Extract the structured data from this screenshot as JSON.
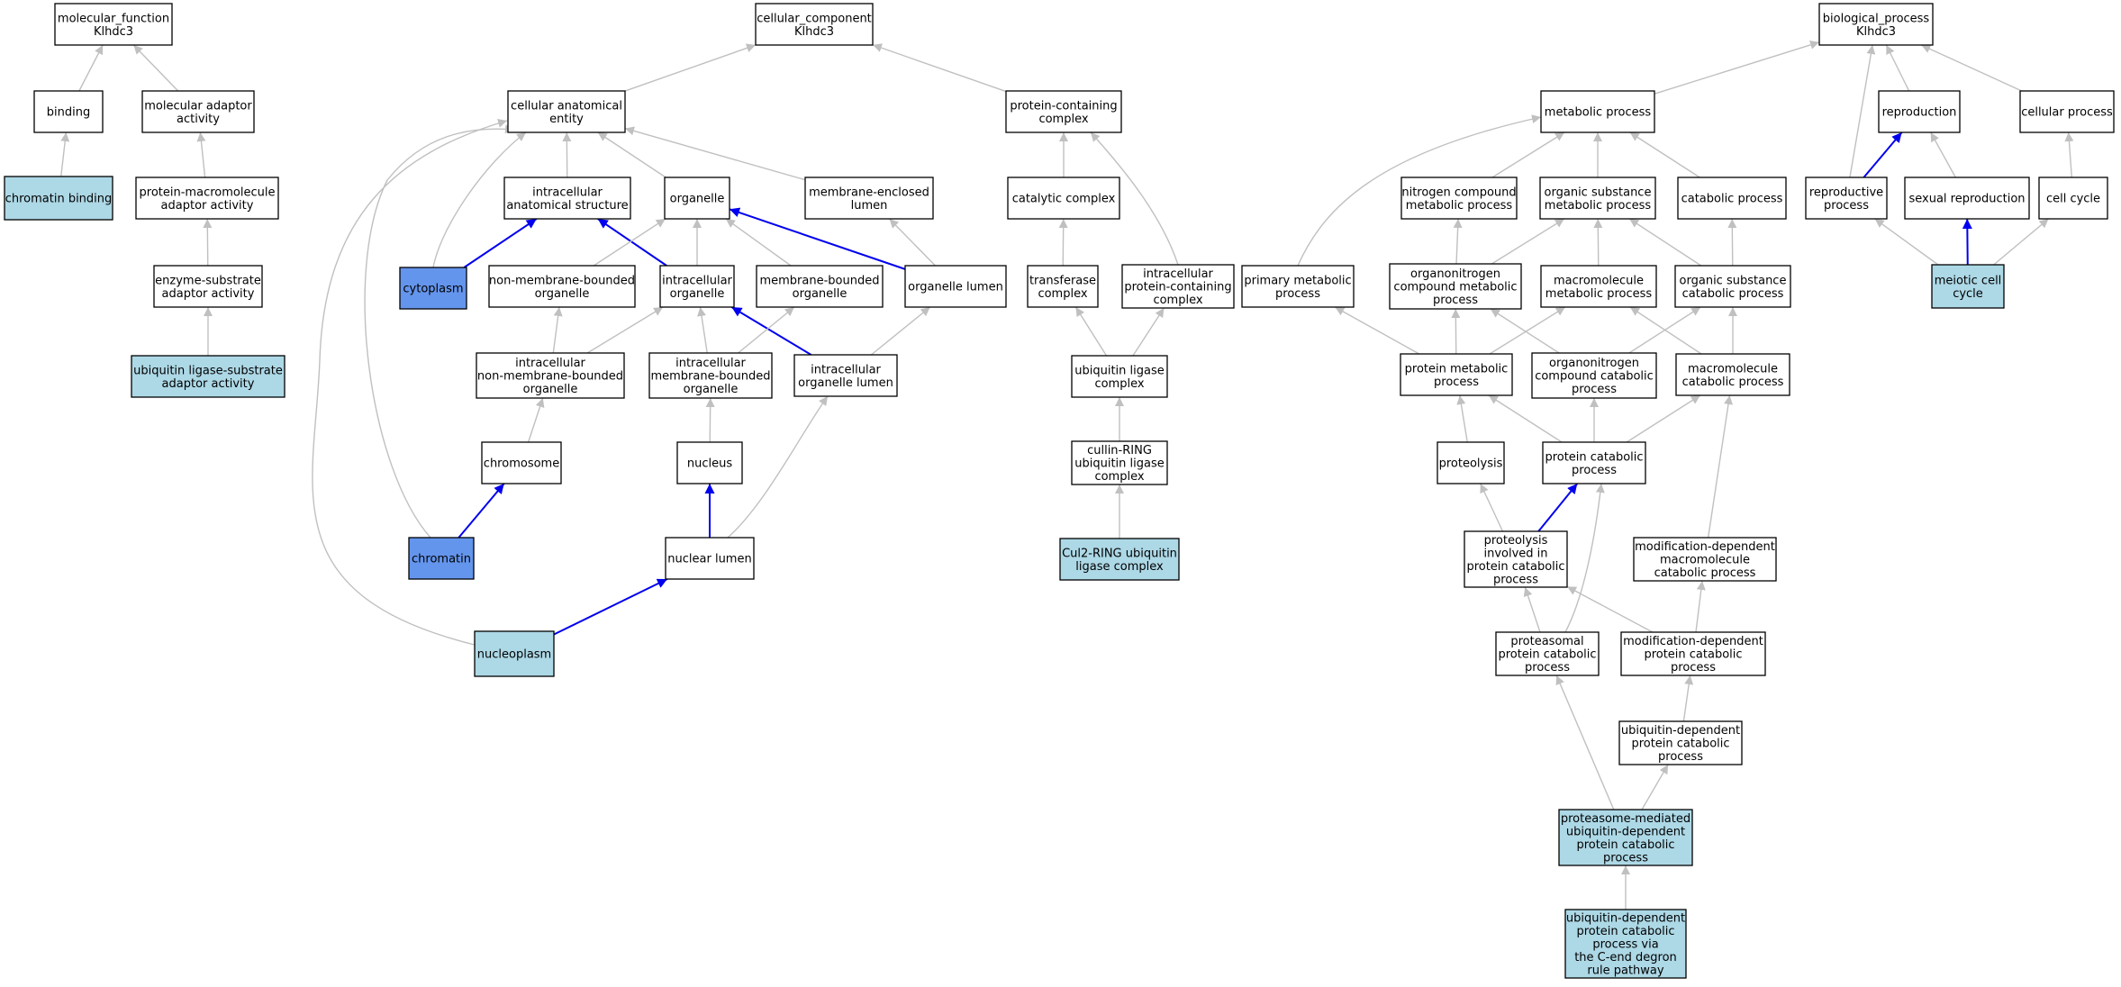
{
  "styles": {
    "fill_default": "#ffffff",
    "fill_light": "#add8e6",
    "fill_dark": "#6495ed",
    "edge_gray": "#c0c0c0",
    "edge_blue": "#0000ee"
  },
  "nodes": [
    {
      "id": "mf",
      "lines": [
        "molecular_function",
        "Klhdc3"
      ],
      "style": "default"
    },
    {
      "id": "binding",
      "lines": [
        "binding"
      ],
      "style": "default"
    },
    {
      "id": "mol_adaptor",
      "lines": [
        "molecular adaptor",
        "activity"
      ],
      "style": "default"
    },
    {
      "id": "chromatin_binding",
      "lines": [
        "chromatin binding"
      ],
      "style": "light"
    },
    {
      "id": "prot_macro_adaptor",
      "lines": [
        "protein-macromolecule",
        "adaptor activity"
      ],
      "style": "default"
    },
    {
      "id": "enz_sub_adaptor",
      "lines": [
        "enzyme-substrate",
        "adaptor activity"
      ],
      "style": "default"
    },
    {
      "id": "ub_ligase_sub_adaptor",
      "lines": [
        "ubiquitin ligase-substrate",
        "adaptor activity"
      ],
      "style": "light"
    },
    {
      "id": "cc",
      "lines": [
        "cellular_component",
        "Klhdc3"
      ],
      "style": "default"
    },
    {
      "id": "cae",
      "lines": [
        "cellular anatomical",
        "entity"
      ],
      "style": "default"
    },
    {
      "id": "pcc",
      "lines": [
        "protein-containing",
        "complex"
      ],
      "style": "default"
    },
    {
      "id": "ias",
      "lines": [
        "intracellular",
        "anatomical structure"
      ],
      "style": "default"
    },
    {
      "id": "organelle",
      "lines": [
        "organelle"
      ],
      "style": "default"
    },
    {
      "id": "mel",
      "lines": [
        "membrane-enclosed",
        "lumen"
      ],
      "style": "default"
    },
    {
      "id": "catalytic_complex",
      "lines": [
        "catalytic complex"
      ],
      "style": "default"
    },
    {
      "id": "cytoplasm",
      "lines": [
        "cytoplasm"
      ],
      "style": "dark"
    },
    {
      "id": "nmbo",
      "lines": [
        "non-membrane-bounded",
        "organelle"
      ],
      "style": "default"
    },
    {
      "id": "io",
      "lines": [
        "intracellular",
        "organelle"
      ],
      "style": "default"
    },
    {
      "id": "mbo",
      "lines": [
        "membrane-bounded",
        "organelle"
      ],
      "style": "default"
    },
    {
      "id": "organelle_lumen",
      "lines": [
        "organelle lumen"
      ],
      "style": "default"
    },
    {
      "id": "transferase_complex",
      "lines": [
        "transferase",
        "complex"
      ],
      "style": "default"
    },
    {
      "id": "ipcc",
      "lines": [
        "intracellular",
        "protein-containing",
        "complex"
      ],
      "style": "default"
    },
    {
      "id": "inmbo",
      "lines": [
        "intracellular",
        "non-membrane-bounded",
        "organelle"
      ],
      "style": "default"
    },
    {
      "id": "imbo",
      "lines": [
        "intracellular",
        "membrane-bounded",
        "organelle"
      ],
      "style": "default"
    },
    {
      "id": "iol",
      "lines": [
        "intracellular",
        "organelle lumen"
      ],
      "style": "default"
    },
    {
      "id": "ub_ligase_complex",
      "lines": [
        "ubiquitin ligase",
        "complex"
      ],
      "style": "default"
    },
    {
      "id": "chromosome",
      "lines": [
        "chromosome"
      ],
      "style": "default"
    },
    {
      "id": "nucleus",
      "lines": [
        "nucleus"
      ],
      "style": "default"
    },
    {
      "id": "cullin_ring",
      "lines": [
        "cullin-RING",
        "ubiquitin ligase",
        "complex"
      ],
      "style": "default"
    },
    {
      "id": "chromatin",
      "lines": [
        "chromatin"
      ],
      "style": "dark"
    },
    {
      "id": "nuclear_lumen",
      "lines": [
        "nuclear lumen"
      ],
      "style": "default"
    },
    {
      "id": "cul2_ring",
      "lines": [
        "Cul2-RING ubiquitin",
        "ligase complex"
      ],
      "style": "light"
    },
    {
      "id": "nucleoplasm",
      "lines": [
        "nucleoplasm"
      ],
      "style": "light"
    },
    {
      "id": "bp",
      "lines": [
        "biological_process",
        "Klhdc3"
      ],
      "style": "default"
    },
    {
      "id": "metabolic_process",
      "lines": [
        "metabolic process"
      ],
      "style": "default"
    },
    {
      "id": "reproduction",
      "lines": [
        "reproduction"
      ],
      "style": "default"
    },
    {
      "id": "cellular_process",
      "lines": [
        "cellular process"
      ],
      "style": "default"
    },
    {
      "id": "ncmp",
      "lines": [
        "nitrogen compound",
        "metabolic process"
      ],
      "style": "default"
    },
    {
      "id": "osmp",
      "lines": [
        "organic substance",
        "metabolic process"
      ],
      "style": "default"
    },
    {
      "id": "catabolic_process",
      "lines": [
        "catabolic process"
      ],
      "style": "default"
    },
    {
      "id": "repro_process",
      "lines": [
        "reproductive",
        "process"
      ],
      "style": "default"
    },
    {
      "id": "sexual_repro",
      "lines": [
        "sexual reproduction"
      ],
      "style": "default"
    },
    {
      "id": "cell_cycle",
      "lines": [
        "cell cycle"
      ],
      "style": "default"
    },
    {
      "id": "pmp",
      "lines": [
        "primary metabolic",
        "process"
      ],
      "style": "default"
    },
    {
      "id": "oncmp",
      "lines": [
        "organonitrogen",
        "compound metabolic",
        "process"
      ],
      "style": "default"
    },
    {
      "id": "mmp",
      "lines": [
        "macromolecule",
        "metabolic process"
      ],
      "style": "default"
    },
    {
      "id": "oscp",
      "lines": [
        "organic substance",
        "catabolic process"
      ],
      "style": "default"
    },
    {
      "id": "meiotic",
      "lines": [
        "meiotic cell",
        "cycle"
      ],
      "style": "light"
    },
    {
      "id": "protein_mp",
      "lines": [
        "protein metabolic",
        "process"
      ],
      "style": "default"
    },
    {
      "id": "onccp",
      "lines": [
        "organonitrogen",
        "compound catabolic",
        "process"
      ],
      "style": "default"
    },
    {
      "id": "mcp",
      "lines": [
        "macromolecule",
        "catabolic process"
      ],
      "style": "default"
    },
    {
      "id": "proteolysis",
      "lines": [
        "proteolysis"
      ],
      "style": "default"
    },
    {
      "id": "pcp",
      "lines": [
        "protein catabolic",
        "process"
      ],
      "style": "default"
    },
    {
      "id": "pipcp",
      "lines": [
        "proteolysis",
        "involved in",
        "protein catabolic",
        "process"
      ],
      "style": "default"
    },
    {
      "id": "mdmcp",
      "lines": [
        "modification-dependent",
        "macromolecule",
        "catabolic process"
      ],
      "style": "default"
    },
    {
      "id": "proteasomal",
      "lines": [
        "proteasomal",
        "protein catabolic",
        "process"
      ],
      "style": "default"
    },
    {
      "id": "mdpcp",
      "lines": [
        "modification-dependent",
        "protein catabolic",
        "process"
      ],
      "style": "default"
    },
    {
      "id": "udpcp",
      "lines": [
        "ubiquitin-dependent",
        "protein catabolic",
        "process"
      ],
      "style": "default"
    },
    {
      "id": "pmudpcp",
      "lines": [
        "proteasome-mediated",
        "ubiquitin-dependent",
        "protein catabolic",
        "process"
      ],
      "style": "light"
    },
    {
      "id": "udpcp_cend",
      "lines": [
        "ubiquitin-dependent",
        "protein catabolic",
        "process via",
        "the C-end degron",
        "rule pathway"
      ],
      "style": "light"
    }
  ],
  "edges": [
    {
      "from": "binding",
      "to": "mf",
      "color": "gray"
    },
    {
      "from": "mol_adaptor",
      "to": "mf",
      "color": "gray"
    },
    {
      "from": "chromatin_binding",
      "to": "binding",
      "color": "gray"
    },
    {
      "from": "prot_macro_adaptor",
      "to": "mol_adaptor",
      "color": "gray"
    },
    {
      "from": "enz_sub_adaptor",
      "to": "prot_macro_adaptor",
      "color": "gray"
    },
    {
      "from": "ub_ligase_sub_adaptor",
      "to": "enz_sub_adaptor",
      "color": "gray"
    },
    {
      "from": "cae",
      "to": "cc",
      "color": "gray"
    },
    {
      "from": "pcc",
      "to": "cc",
      "color": "gray"
    },
    {
      "from": "ias",
      "to": "cae",
      "color": "gray"
    },
    {
      "from": "organelle",
      "to": "cae",
      "color": "gray"
    },
    {
      "from": "mel",
      "to": "cae",
      "color": "gray"
    },
    {
      "from": "cytoplasm",
      "to": "cae",
      "color": "gray"
    },
    {
      "from": "chromatin",
      "to": "cae",
      "color": "gray"
    },
    {
      "from": "nucleoplasm",
      "to": "cae",
      "color": "gray"
    },
    {
      "from": "catalytic_complex",
      "to": "pcc",
      "color": "gray"
    },
    {
      "from": "ipcc",
      "to": "pcc",
      "color": "gray"
    },
    {
      "from": "cytoplasm",
      "to": "ias",
      "color": "blue"
    },
    {
      "from": "io",
      "to": "ias",
      "color": "blue"
    },
    {
      "from": "nmbo",
      "to": "organelle",
      "color": "gray"
    },
    {
      "from": "io",
      "to": "organelle",
      "color": "gray"
    },
    {
      "from": "mbo",
      "to": "organelle",
      "color": "gray"
    },
    {
      "from": "organelle_lumen",
      "to": "organelle",
      "color": "blue"
    },
    {
      "from": "organelle_lumen",
      "to": "mel",
      "color": "gray"
    },
    {
      "from": "transferase_complex",
      "to": "catalytic_complex",
      "color": "gray"
    },
    {
      "from": "inmbo",
      "to": "nmbo",
      "color": "gray"
    },
    {
      "from": "inmbo",
      "to": "io",
      "color": "gray"
    },
    {
      "from": "imbo",
      "to": "io",
      "color": "gray"
    },
    {
      "from": "iol",
      "to": "io",
      "color": "blue"
    },
    {
      "from": "imbo",
      "to": "mbo",
      "color": "gray"
    },
    {
      "from": "iol",
      "to": "organelle_lumen",
      "color": "gray"
    },
    {
      "from": "ub_ligase_complex",
      "to": "transferase_complex",
      "color": "gray"
    },
    {
      "from": "ub_ligase_complex",
      "to": "ipcc",
      "color": "gray"
    },
    {
      "from": "chromosome",
      "to": "inmbo",
      "color": "gray"
    },
    {
      "from": "nucleus",
      "to": "imbo",
      "color": "gray"
    },
    {
      "from": "cullin_ring",
      "to": "ub_ligase_complex",
      "color": "gray"
    },
    {
      "from": "chromatin",
      "to": "chromosome",
      "color": "blue"
    },
    {
      "from": "nuclear_lumen",
      "to": "nucleus",
      "color": "blue"
    },
    {
      "from": "nuclear_lumen",
      "to": "iol",
      "color": "gray"
    },
    {
      "from": "cul2_ring",
      "to": "cullin_ring",
      "color": "gray"
    },
    {
      "from": "nucleoplasm",
      "to": "nuclear_lumen",
      "color": "blue"
    },
    {
      "from": "metabolic_process",
      "to": "bp",
      "color": "gray"
    },
    {
      "from": "reproduction",
      "to": "bp",
      "color": "gray"
    },
    {
      "from": "cellular_process",
      "to": "bp",
      "color": "gray"
    },
    {
      "from": "repro_process",
      "to": "bp",
      "color": "gray"
    },
    {
      "from": "ncmp",
      "to": "metabolic_process",
      "color": "gray"
    },
    {
      "from": "osmp",
      "to": "metabolic_process",
      "color": "gray"
    },
    {
      "from": "catabolic_process",
      "to": "metabolic_process",
      "color": "gray"
    },
    {
      "from": "pmp",
      "to": "metabolic_process",
      "color": "gray"
    },
    {
      "from": "repro_process",
      "to": "reproduction",
      "color": "blue"
    },
    {
      "from": "sexual_repro",
      "to": "reproduction",
      "color": "gray"
    },
    {
      "from": "cell_cycle",
      "to": "cellular_process",
      "color": "gray"
    },
    {
      "from": "oncmp",
      "to": "ncmp",
      "color": "gray"
    },
    {
      "from": "oncmp",
      "to": "osmp",
      "color": "gray"
    },
    {
      "from": "mmp",
      "to": "osmp",
      "color": "gray"
    },
    {
      "from": "oscp",
      "to": "osmp",
      "color": "gray"
    },
    {
      "from": "oscp",
      "to": "catabolic_process",
      "color": "gray"
    },
    {
      "from": "meiotic",
      "to": "repro_process",
      "color": "gray"
    },
    {
      "from": "meiotic",
      "to": "sexual_repro",
      "color": "blue"
    },
    {
      "from": "meiotic",
      "to": "cell_cycle",
      "color": "gray"
    },
    {
      "from": "protein_mp",
      "to": "pmp",
      "color": "gray"
    },
    {
      "from": "protein_mp",
      "to": "oncmp",
      "color": "gray"
    },
    {
      "from": "protein_mp",
      "to": "mmp",
      "color": "gray"
    },
    {
      "from": "onccp",
      "to": "oncmp",
      "color": "gray"
    },
    {
      "from": "onccp",
      "to": "oscp",
      "color": "gray"
    },
    {
      "from": "mcp",
      "to": "mmp",
      "color": "gray"
    },
    {
      "from": "mcp",
      "to": "oscp",
      "color": "gray"
    },
    {
      "from": "proteolysis",
      "to": "protein_mp",
      "color": "gray"
    },
    {
      "from": "pcp",
      "to": "protein_mp",
      "color": "gray"
    },
    {
      "from": "pcp",
      "to": "onccp",
      "color": "gray"
    },
    {
      "from": "pcp",
      "to": "mcp",
      "color": "gray"
    },
    {
      "from": "mdmcp",
      "to": "mcp",
      "color": "gray"
    },
    {
      "from": "pipcp",
      "to": "proteolysis",
      "color": "gray"
    },
    {
      "from": "pipcp",
      "to": "pcp",
      "color": "blue"
    },
    {
      "from": "proteasomal",
      "to": "pipcp",
      "color": "gray"
    },
    {
      "from": "proteasomal",
      "to": "pcp",
      "color": "gray"
    },
    {
      "from": "mdpcp",
      "to": "pipcp",
      "color": "gray"
    },
    {
      "from": "mdpcp",
      "to": "mdmcp",
      "color": "gray"
    },
    {
      "from": "udpcp",
      "to": "mdpcp",
      "color": "gray"
    },
    {
      "from": "pmudpcp",
      "to": "proteasomal",
      "color": "gray"
    },
    {
      "from": "pmudpcp",
      "to": "udpcp",
      "color": "gray"
    },
    {
      "from": "udpcp_cend",
      "to": "pmudpcp",
      "color": "gray"
    }
  ]
}
